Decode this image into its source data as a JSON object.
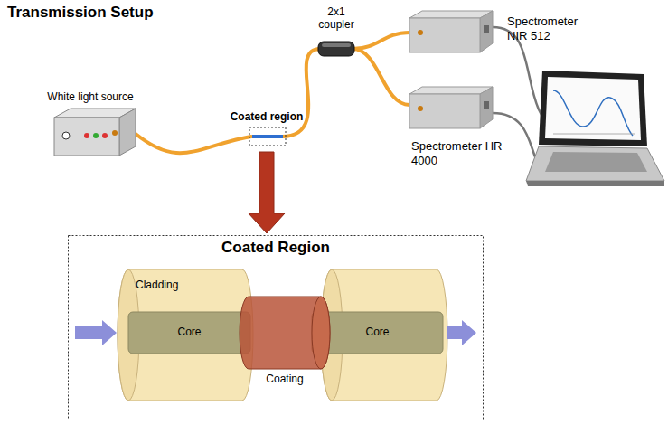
{
  "diagram": {
    "title": "Transmission Setup",
    "nodes": [
      {
        "text": [
          "White light source"
        ]
      },
      {
        "text": [
          "Coated region"
        ]
      },
      {
        "text": [
          "2x1 coupler"
        ]
      },
      {
        "text": [
          "Spectrometer NIR 512"
        ]
      },
      {
        "text": [
          "Spectrometer HR 4000"
        ]
      },
      {
        "text": [
          "Coated Region"
        ]
      },
      {
        "text": [
          "Cladding"
        ],
        "in": 5
      },
      {
        "text": [
          "Core"
        ],
        "in": 6
      },
      {
        "text": [
          "Coating"
        ],
        "in": 5
      },
      {
        "text": [
          "Core"
        ],
        "in": 5
      }
    ],
    "edges": [
      {
        "from": 0,
        "to": 1,
        "arrow": "none"
      },
      {
        "from": 1,
        "to": 2,
        "arrow": "none"
      },
      {
        "from": 2,
        "to": 3,
        "arrow": "none"
      },
      {
        "from": 2,
        "to": 4,
        "arrow": "none"
      },
      {
        "from": 1,
        "to": 5,
        "arrow": "to"
      }
    ]
  }
}
